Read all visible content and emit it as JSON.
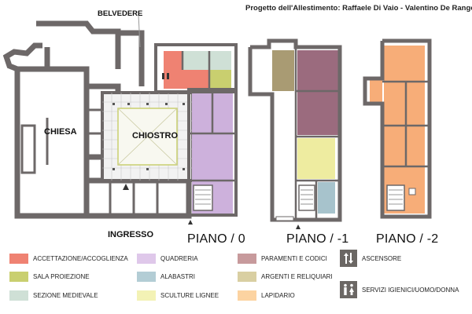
{
  "header": {
    "credit": "Progetto dell'Allestimento: Raffaele Di Vaio - Valentino De Rango"
  },
  "labels": {
    "belvedere": "BELVEDERE",
    "chiesa": "CHIESA",
    "chiostro": "CHIOSTRO",
    "ingresso": "INGRESSO"
  },
  "floors": [
    {
      "label": "PIANO / 0"
    },
    {
      "label": "PIANO / -1"
    },
    {
      "label": "PIANO / -2"
    }
  ],
  "colors": {
    "accettazione": "#ef8272",
    "sala_proiezione": "#c9cf6f",
    "sezione_medievale": "#cfe0d6",
    "quadreria": "#cdb1dc",
    "alabastri": "#a7c3cc",
    "sculture": "#eeeca0",
    "paramenti": "#9b6b7e",
    "argenti": "#a99b73",
    "lapidario": "#f7ad78",
    "wall": "#6d6868",
    "icon_bg": "#6b6764"
  },
  "legend": [
    {
      "label": "ACCETTAZIONE/ACCOGLIENZA",
      "color": "#ef8272"
    },
    {
      "label": "SALA PROIEZIONE",
      "color": "#c9cf6f"
    },
    {
      "label": "SEZIONE MEDIEVALE",
      "color": "#cfe0d6"
    },
    {
      "label": "QUADRERIA",
      "color": "#cdb1dc"
    },
    {
      "label": "ALABASTRI",
      "color": "#a7c3cc"
    },
    {
      "label": "SCULTURE LIGNEE",
      "color": "#eeeca0"
    },
    {
      "label": "PARAMENTI E CODICI",
      "color": "#c79a9c"
    },
    {
      "label": "ARGENTI E RELIQUIARI",
      "color": "#d9cfa2"
    },
    {
      "label": "LAPIDARIO",
      "color": "#fcd3a1"
    }
  ],
  "icon_legend": [
    {
      "label": "ASCENSORE",
      "icon": "elevator-icon"
    },
    {
      "label": "SERVIZI IGIENICI/UOMO/DONNA",
      "icon": "restroom-icon"
    }
  ]
}
